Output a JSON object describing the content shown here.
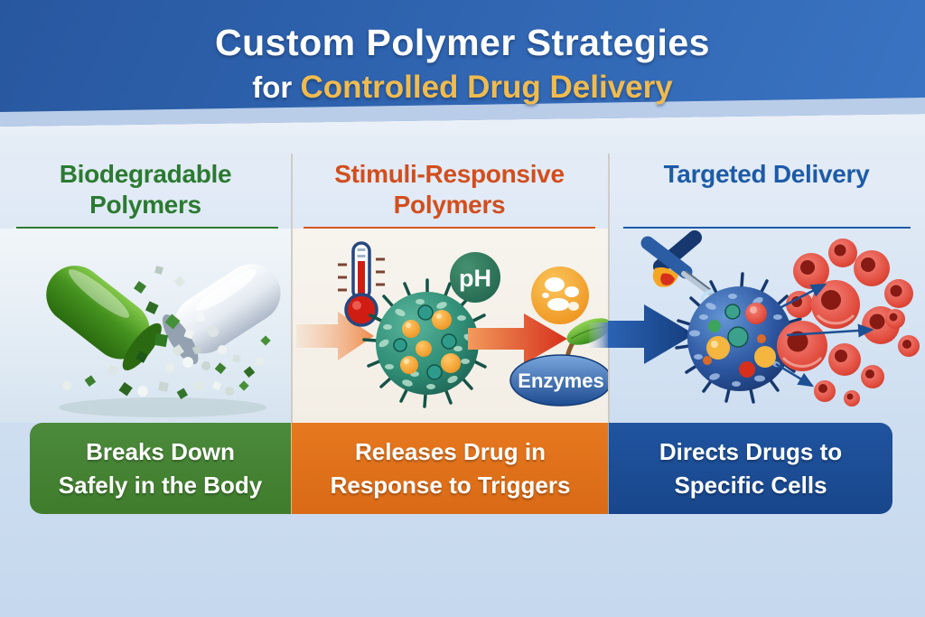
{
  "header": {
    "title": "Custom Polymer Strategies",
    "subtitle_prefix": "for ",
    "subtitle": "Controlled Drug Delivery",
    "bg_color": "#2f64b0",
    "title_color": "#ffffff",
    "subtitle_highlight_color": "#f0bb4e"
  },
  "columns": [
    {
      "title_line1": "Biodegradable",
      "title_line2": "Polymers",
      "title_color": "#2b7a31",
      "banner_line1": "Breaks Down",
      "banner_line2": "Safely in the Body",
      "banner_color": "#44812f",
      "illustration_icon": "capsule-opening-dissolving-particles-icon"
    },
    {
      "title_line1": "Stimuli-Responsive",
      "title_line2": "Polymers",
      "title_color": "#d24e1d",
      "banner_line1": "Releases Drug in",
      "banner_line2": "Response to Triggers",
      "banner_color": "#e2711d",
      "illustration_icon": "spiky-nanoparticle-with-trigger-icons",
      "labels": {
        "ph_badge": "pH",
        "enzymes_badge": "Enzymes"
      }
    },
    {
      "title_line1": "Targeted Delivery",
      "title_line2": "",
      "title_color": "#1d5ba7",
      "banner_line1": "Directs Drugs to",
      "banner_line2": "Specific Cells",
      "banner_color": "#1d4f99",
      "illustration_icon": "nanoparticle-targeting-red-cells-icon"
    }
  ]
}
